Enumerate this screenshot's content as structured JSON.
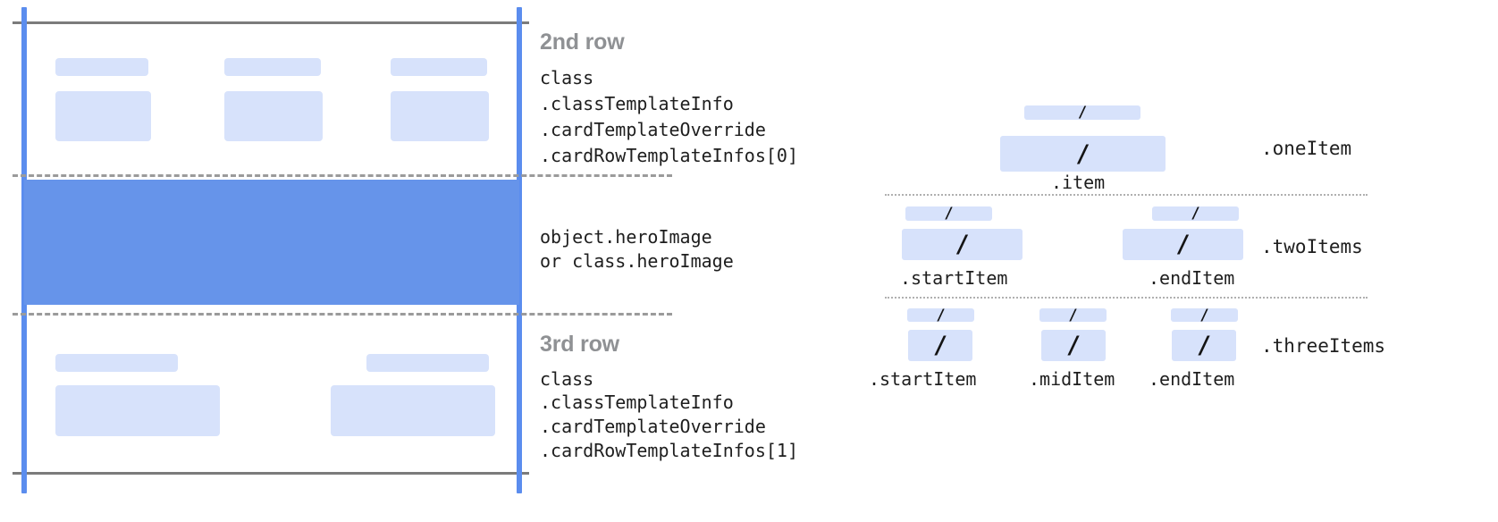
{
  "diagram": {
    "title_text_color": "#8f9194",
    "accent_blue": "#5b8dee",
    "hero_blue": "#6694ea",
    "placeholder_blue": "#d7e2fb",
    "rule_gray": "#7b7b7b"
  },
  "card": {
    "rows": [
      {
        "heading": "2nd row",
        "code_lines": [
          "class",
          ".classTemplateInfo",
          ".cardTemplateOverride",
          ".cardRowTemplateInfos[0]"
        ]
      },
      {
        "heading": "",
        "code_lines": [
          "object.heroImage",
          "or class.heroImage"
        ]
      },
      {
        "heading": "3rd row",
        "code_lines": [
          "class",
          ".classTemplateInfo",
          ".cardTemplateOverride",
          ".cardRowTemplateInfos[1]"
        ]
      }
    ]
  },
  "variants": [
    {
      "name": ".oneItem",
      "items": [
        {
          "label": ".item",
          "glyph": "/"
        }
      ]
    },
    {
      "name": ".twoItems",
      "items": [
        {
          "label": ".startItem",
          "glyph": "/"
        },
        {
          "label": ".endItem",
          "glyph": "/"
        }
      ]
    },
    {
      "name": ".threeItems",
      "items": [
        {
          "label": ".startItem",
          "glyph": "/"
        },
        {
          "label": ".midItem",
          "glyph": "/"
        },
        {
          "label": ".endItem",
          "glyph": "/"
        }
      ]
    }
  ]
}
